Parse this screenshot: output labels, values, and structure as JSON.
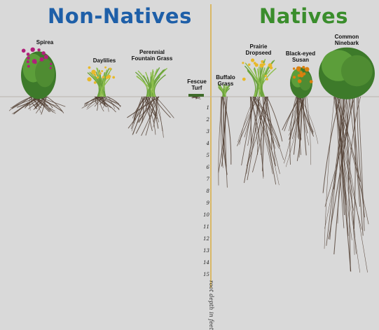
{
  "headings": {
    "non_natives": "Non-Natives",
    "natives": "Natives"
  },
  "colors": {
    "non_natives_heading": "#1e5fa8",
    "natives_heading": "#3a8d2c",
    "divider": "#d9b04a",
    "roots": "#4e3b2e",
    "background": "#d9d9d9"
  },
  "depth_axis": {
    "title": "root depth in feet",
    "ticks": [
      "1",
      "2",
      "3",
      "4",
      "5",
      "6",
      "7",
      "8",
      "9",
      "10",
      "11",
      "12",
      "13",
      "14",
      "15"
    ]
  },
  "plants": [
    {
      "id": "spirea",
      "label": "Spirea",
      "group": "non-native",
      "flower": "magenta",
      "root_depth_ft": 1.5
    },
    {
      "id": "daylilies",
      "label": "Daylilies",
      "group": "non-native",
      "flower": "yellow",
      "root_depth_ft": 1.3
    },
    {
      "id": "perennial-fountain-grass",
      "label": "Perennial\nFountain Grass",
      "group": "non-native",
      "flower": "none",
      "root_depth_ft": 3.5
    },
    {
      "id": "fescue-turf",
      "label": "Fescue\nTurf",
      "group": "non-native",
      "flower": "none",
      "root_depth_ft": 0.2
    },
    {
      "id": "buffalo-grass",
      "label": "Buffalo\nGrass",
      "group": "native",
      "flower": "none",
      "root_depth_ft": 8
    },
    {
      "id": "prairie-dropseed",
      "label": "Prairie\nDropseed",
      "group": "native",
      "flower": "yellow",
      "root_depth_ft": 7.5
    },
    {
      "id": "black-eyed-susan",
      "label": "Black-eyed\nSusan",
      "group": "native",
      "flower": "orange",
      "root_depth_ft": 6
    },
    {
      "id": "common-ninebark",
      "label": "Common\nNinebark",
      "group": "native",
      "flower": "none",
      "root_depth_ft": 15
    }
  ]
}
